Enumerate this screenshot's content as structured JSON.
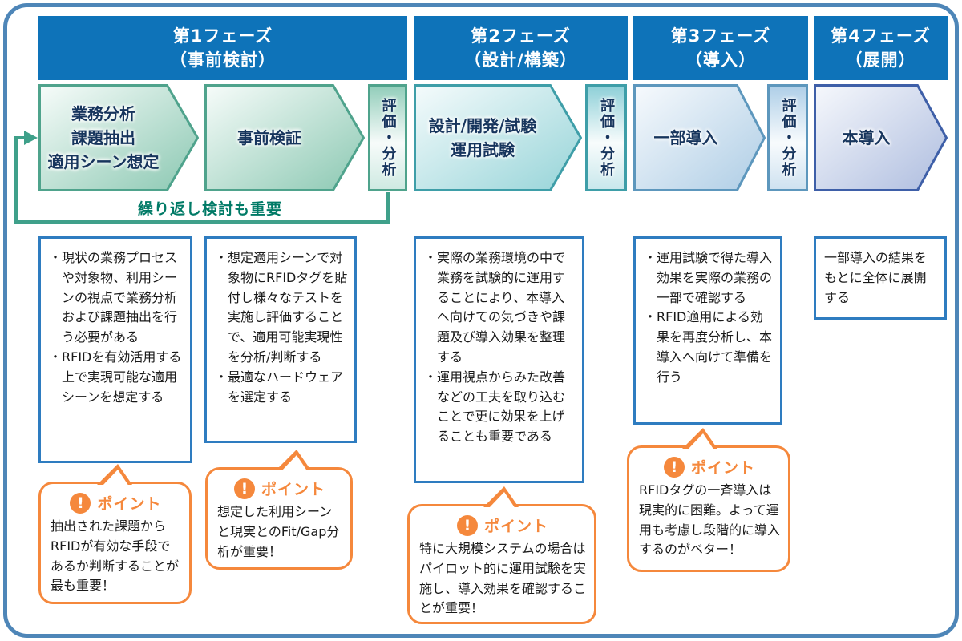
{
  "colors": {
    "header_blue": "#0E73B9",
    "green": "#4FA38C",
    "teal": "#3E9EA8",
    "blue": "#5D97BD",
    "indigo": "#3E5FA8",
    "orange": "#F5883C",
    "loop_text_green": "#007A66",
    "note_border_blue": "#2E7CC0",
    "outer_border_blue": "#4E86B8",
    "arrow_text_navy": "#17355D"
  },
  "headers": [
    {
      "line1": "第1フェーズ",
      "line2": "（事前検討）"
    },
    {
      "line1": "第2フェーズ",
      "line2": "（設計/構築）"
    },
    {
      "line1": "第3フェーズ",
      "line2": "（導入）"
    },
    {
      "line1": "第4フェーズ",
      "line2": "（展開）"
    }
  ],
  "flow": {
    "arrow1_lines": [
      "業務分析",
      "課題抽出",
      "適用シーン想定"
    ],
    "arrow2": "事前検証",
    "arrow3_lines": [
      "設計/開発/試験",
      "運用試験"
    ],
    "arrow4": "一部導入",
    "arrow5": "本導入",
    "eval_label": "評価・分析",
    "loop_label": "繰り返し検討も重要"
  },
  "notes": {
    "phase1a": {
      "bullets": [
        "・現状の業務プロセスや対象物、利用シーンの視点で業務分析および課題抽出を行う必要がある",
        "・RFIDを有効活用する上で実現可能な適用シーンを想定する"
      ]
    },
    "phase1b": {
      "bullets": [
        "・想定適用シーンで対象物にRFIDタグを貼付し様々なテストを実施し評価することで、適用可能実現性を分析/判断する",
        "・最適なハードウェアを選定する"
      ]
    },
    "phase2": {
      "bullets": [
        "・実際の業務環境の中で業務を試験的に運用することにより、本導入へ向けての気づきや課題及び導入効果を整理する",
        "・運用視点からみた改善などの工夫を取り込むことで更に効果を上げることも重要である"
      ]
    },
    "phase3": {
      "bullets": [
        "・運用試験で得た導入効果を実際の業務の一部で確認する",
        "・RFID適用による効果を再度分析し、本導入へ向けて準備を行う"
      ]
    },
    "phase4": {
      "text": "一部導入の結果をもとに全体に展開する"
    }
  },
  "points": {
    "label": "ポイント",
    "icon": "!",
    "phase1a": "抽出された課題からRFIDが有効な手段であるか判断することが最も重要！",
    "phase1b": "想定した利用シーンと現実とのFit/Gap分析が重要！",
    "phase2": "特に大規模システムの場合はパイロット的に運用試験を実施し、導入効果を確認することが重要！",
    "phase3": "RFIDタグの一斉導入は現実的に困難。よって運用も考慮し段階的に導入するのがベター！"
  }
}
